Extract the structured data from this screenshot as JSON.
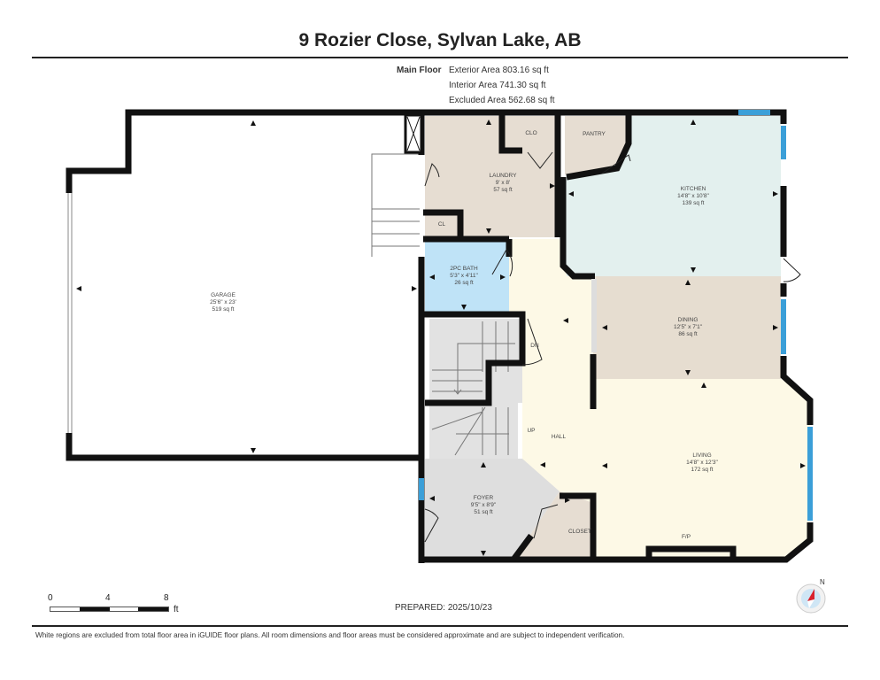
{
  "header": {
    "title": "9 Rozier Close, Sylvan Lake, AB",
    "floor_label": "Main Floor",
    "exterior_area": "Exterior Area 803.16 sq ft",
    "interior_area": "Interior Area 741.30 sq ft",
    "excluded_area": "Excluded Area 562.68 sq ft"
  },
  "rooms": {
    "garage": {
      "name": "GARAGE",
      "dims": "25'6\" x 23'",
      "area": "519 sq ft"
    },
    "laundry": {
      "name": "LAUNDRY",
      "dims": "9' x 8'",
      "area": "57 sq ft"
    },
    "clo": {
      "name": "CLO"
    },
    "pantry": {
      "name": "PANTRY"
    },
    "cl": {
      "name": "CL"
    },
    "kitchen": {
      "name": "KITCHEN",
      "dims": "14'8\" x 10'8\"",
      "area": "139 sq ft"
    },
    "bath": {
      "name": "2PC BATH",
      "dims": "5'3\" x 4'11\"",
      "area": "26 sq ft"
    },
    "dining": {
      "name": "DINING",
      "dims": "12'5\" x 7'1\"",
      "area": "86 sq ft"
    },
    "hall": {
      "name": "HALL"
    },
    "up": {
      "name": "UP"
    },
    "dn": {
      "name": "DN"
    },
    "living": {
      "name": "LIVING",
      "dims": "14'8\" x 12'3\"",
      "area": "172 sq ft"
    },
    "foyer": {
      "name": "FOYER",
      "dims": "9'5\" x 8'9\"",
      "area": "51 sq ft"
    },
    "closet": {
      "name": "CLOSET"
    },
    "fireplace": {
      "name": "F/P"
    }
  },
  "colors": {
    "wall": "#111111",
    "laundry": "#e6ddd2",
    "kitchen": "#e3f0ee",
    "bath": "#bfe3f7",
    "dining": "#e6ddd0",
    "hall": "#fdf9e6",
    "foyer": "#dedede",
    "stairs": "#e2e2e2",
    "window": "#3b9fd8"
  },
  "scale_bar": {
    "ticks": [
      "0",
      "4",
      "8"
    ],
    "unit": "ft"
  },
  "footer": {
    "prepared": "PREPARED: 2025/10/23",
    "disclaimer": "White regions are excluded from total floor area in iGUIDE floor plans. All room dimensions and floor areas must be considered approximate and are subject to independent verification."
  },
  "compass": {
    "label": "N"
  }
}
